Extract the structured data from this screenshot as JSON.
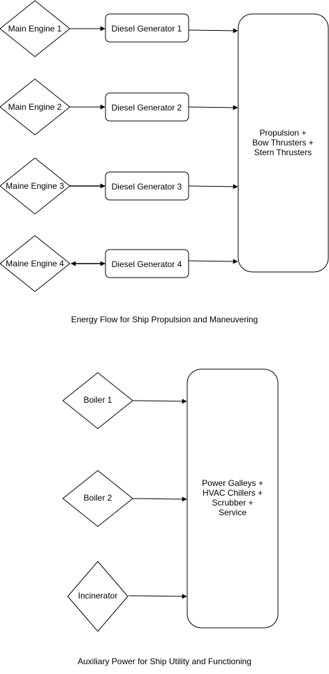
{
  "propulsion": {
    "engines": [
      "Main Engine 1",
      "Main Engine 2",
      "Maine Engine 3",
      "Maine Engine 4"
    ],
    "generators": [
      "Diesel Generator 1",
      "Diesel Generator 2",
      "Diesel Generator 3",
      "Diesel Generator 4"
    ],
    "target_lines": [
      "Propulsion +",
      "Bow Thrusters +",
      "Stern Thrusters"
    ],
    "caption": "Energy Flow for Ship Propulsion and Maneuvering"
  },
  "auxiliary": {
    "sources": [
      "Boiler 1",
      "Boiler 2",
      "Incinerator"
    ],
    "target_lines": [
      "Power Galleys +",
      "HVAC Chillers +",
      "Scrubber +",
      "Service"
    ],
    "caption": "Auxiliary Power for Ship Utility and Functioning"
  },
  "colors": {
    "stroke": "#000000",
    "fill": "#ffffff"
  }
}
